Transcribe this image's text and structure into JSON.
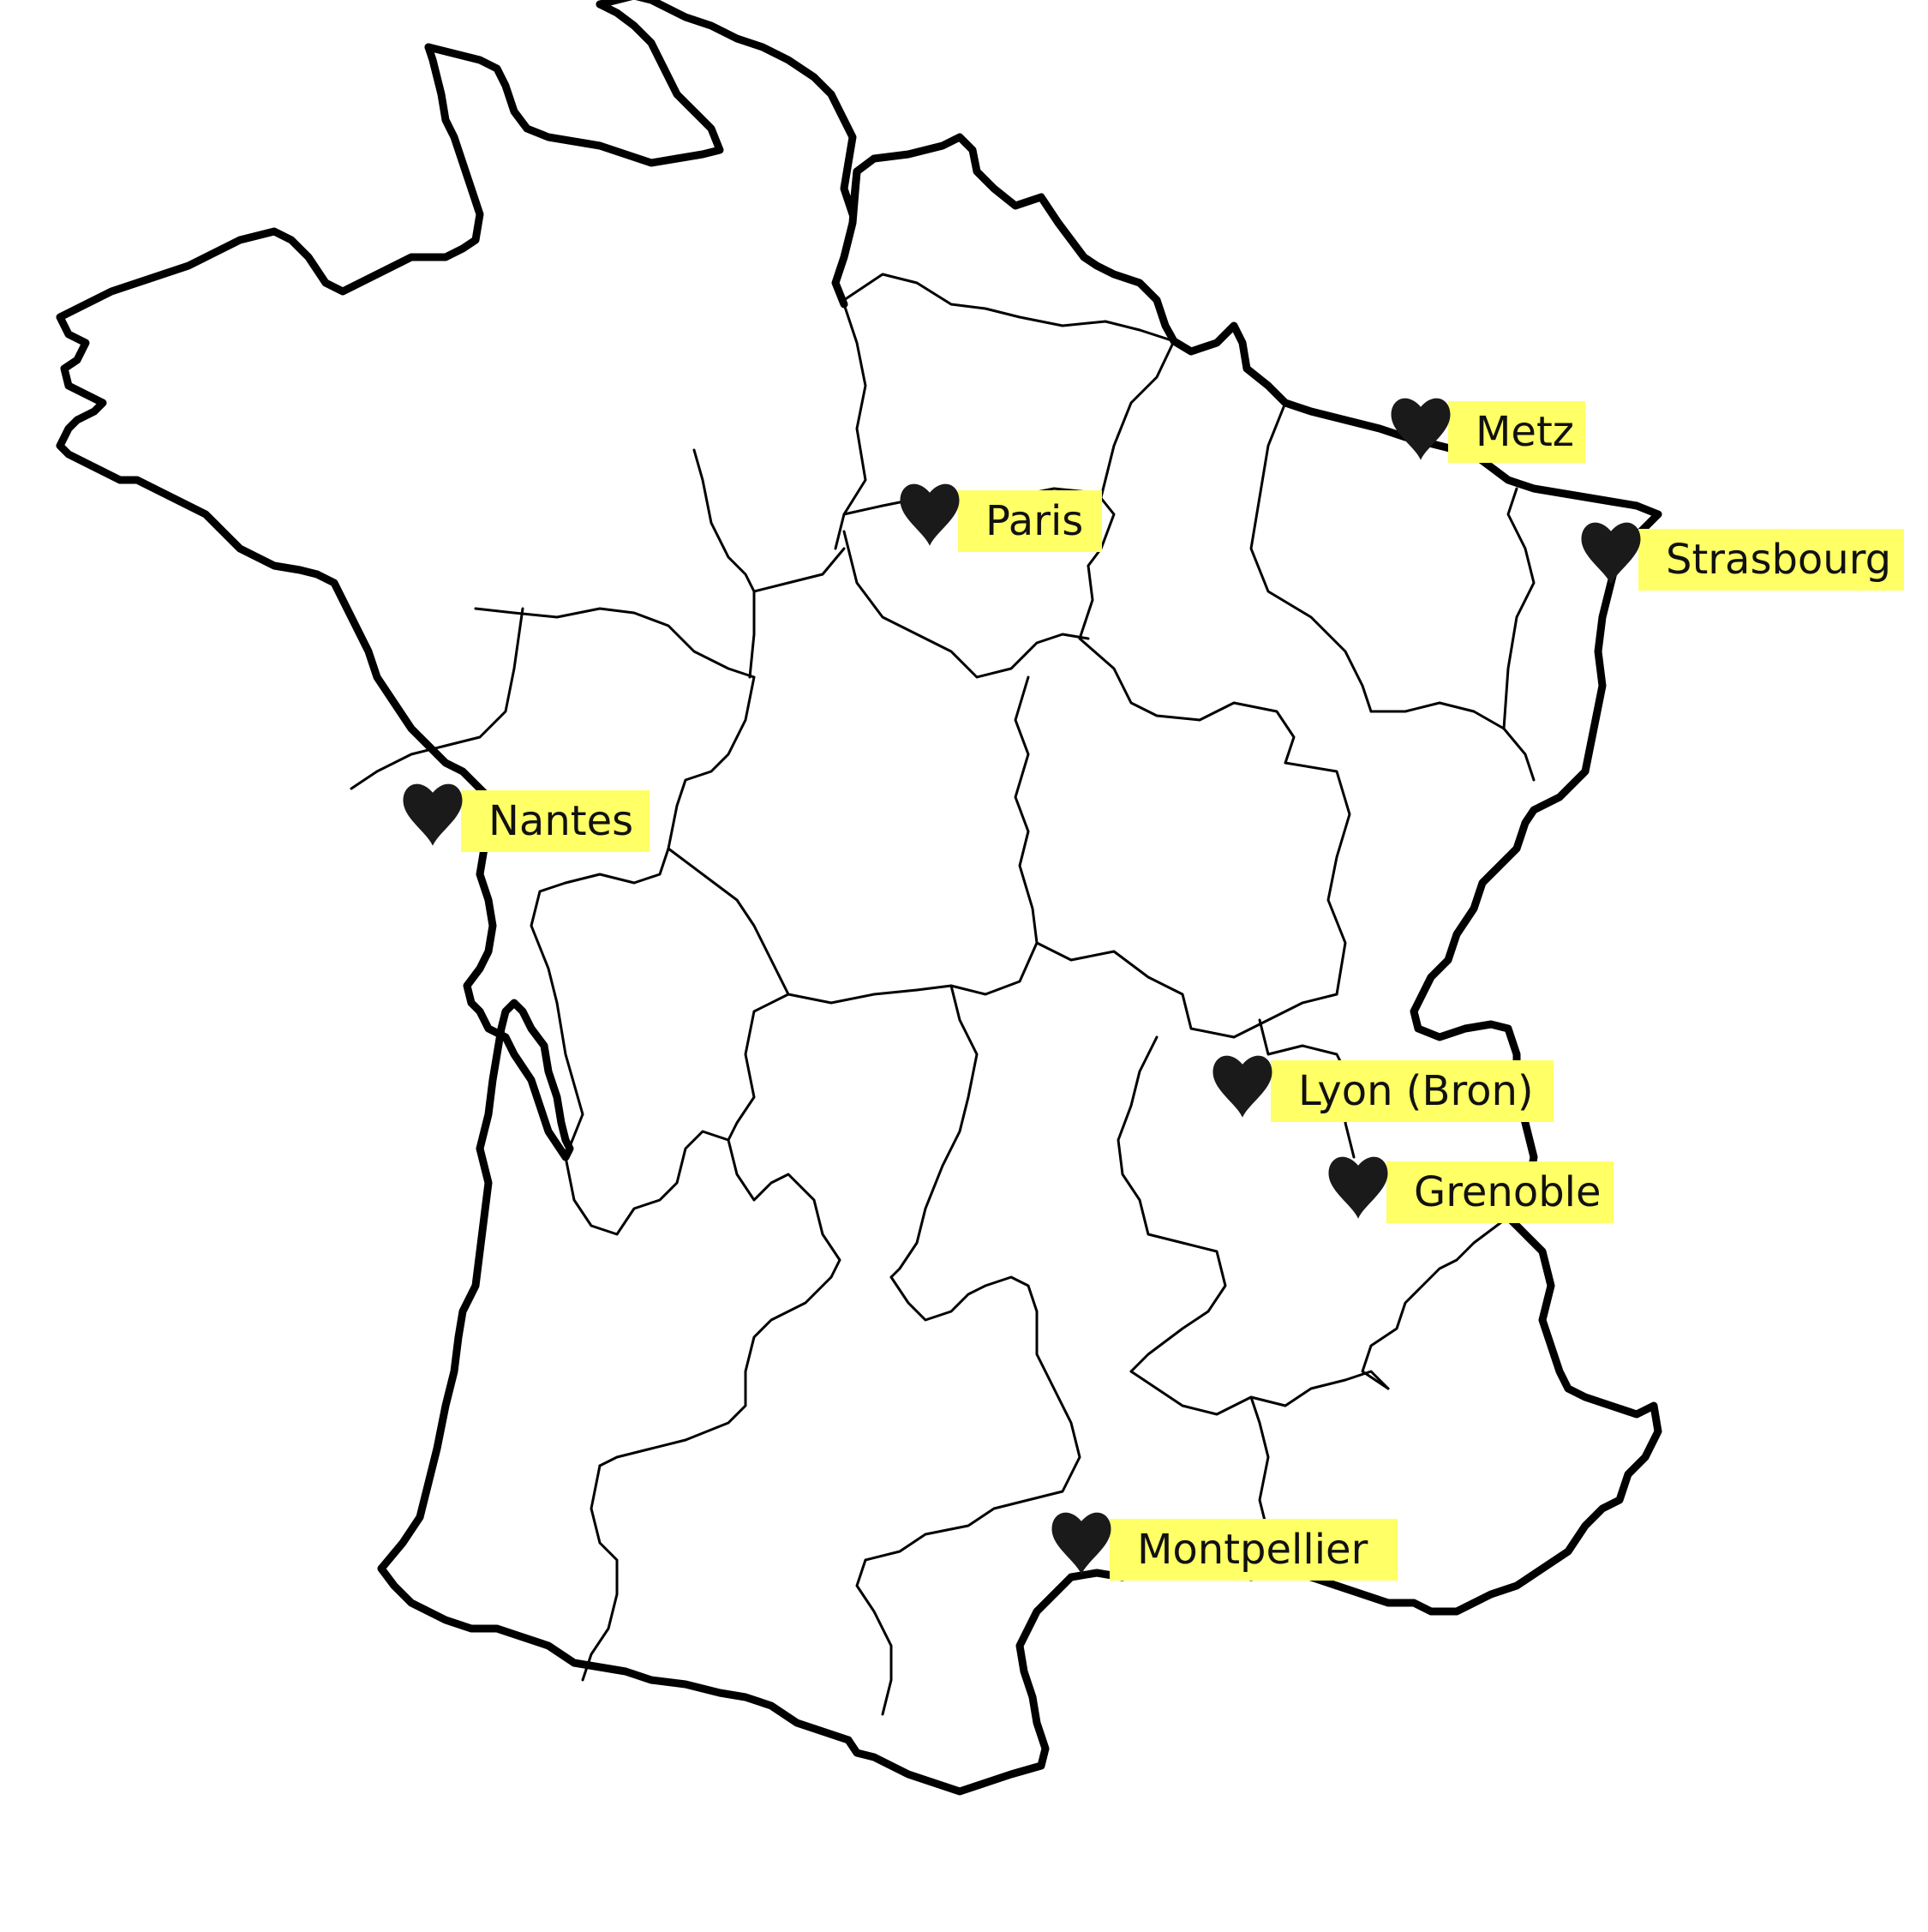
{
  "map": {
    "background_color": "#ffffff",
    "outline_color": "#000000",
    "highlight_color": "#ffff66",
    "marker_icon": "heart-icon",
    "marker_color": "#1a1a1a"
  },
  "cities": [
    {
      "id": "metz",
      "name": "Metz"
    },
    {
      "id": "paris",
      "name": "Paris"
    },
    {
      "id": "strasbourg",
      "name": "Strasbourg"
    },
    {
      "id": "nantes",
      "name": "Nantes"
    },
    {
      "id": "lyon",
      "name": "Lyon (Bron)"
    },
    {
      "id": "grenoble",
      "name": "Grenoble"
    },
    {
      "id": "montpellier",
      "name": "Montpellier"
    }
  ]
}
